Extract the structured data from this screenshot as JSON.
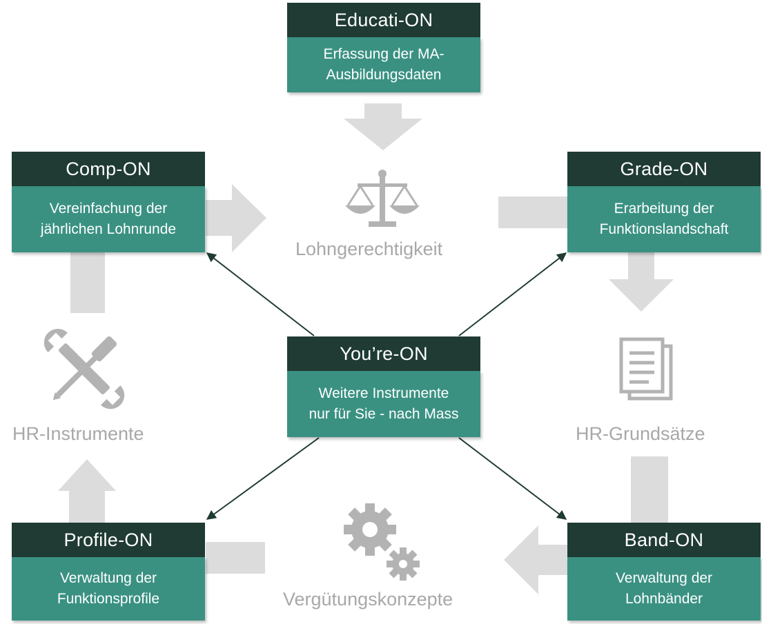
{
  "center": {
    "title": "You’re-ON",
    "description": [
      "Weitere Instrumente",
      "nur für Sie - nach Mass"
    ]
  },
  "modules": [
    {
      "key": "educati",
      "title": "Educati-ON",
      "description": [
        "Erfassung der MA-",
        "Ausbildungsdaten"
      ]
    },
    {
      "key": "comp",
      "title": "Comp-ON",
      "description": [
        "Vereinfachung der",
        "jährlichen Lohnrunde"
      ]
    },
    {
      "key": "grade",
      "title": "Grade-ON",
      "description": [
        "Erarbeitung der",
        "Funktionslandschaft"
      ]
    },
    {
      "key": "profile",
      "title": "Profile-ON",
      "description": [
        "Verwaltung der",
        "Funktionsprofile"
      ]
    },
    {
      "key": "band",
      "title": "Band-ON",
      "description": [
        "Verwaltung der",
        "Lohnbänder"
      ]
    }
  ],
  "topics": [
    {
      "label": "Lohngerechtigkeit",
      "icon": "scales-icon"
    },
    {
      "label": "HR-Instrumente",
      "icon": "tools-icon"
    },
    {
      "label": "HR-Grundsätze",
      "icon": "documents-icon"
    },
    {
      "label": "Vergütungskonzepte",
      "icon": "gears-icon"
    }
  ],
  "colors": {
    "header": "#1f3b33",
    "body": "#3a9182",
    "arrow": "#dcdcdc",
    "icon": "#b3b3b3",
    "connector": "#1f3b33"
  }
}
